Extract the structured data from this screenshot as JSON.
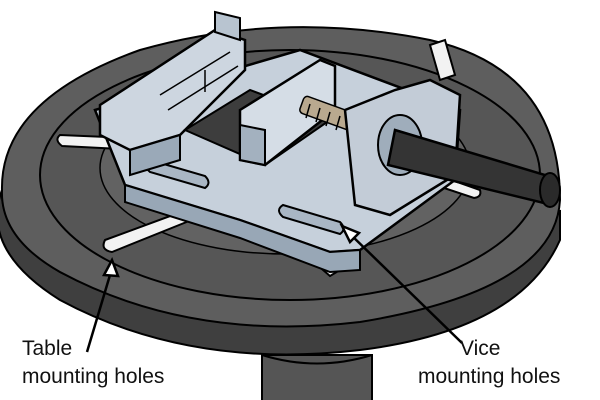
{
  "labels": {
    "table_line1": "Table",
    "table_line2": "mounting holes",
    "vice_line1": "Vice",
    "vice_line2": "mounting holes"
  },
  "colors": {
    "table_dark": "#454545",
    "table_mid": "#5a5a5a",
    "table_top": "#6b6b6b",
    "slot": "#f0f0f0",
    "vice_light": "#c9d3de",
    "vice_mid": "#a9b6c4",
    "vice_shadow": "#8796a6",
    "handle": "#3a3a3a",
    "outline": "#000000"
  },
  "icons": [
    "arrow-table-pointer",
    "arrow-vice-pointer"
  ]
}
